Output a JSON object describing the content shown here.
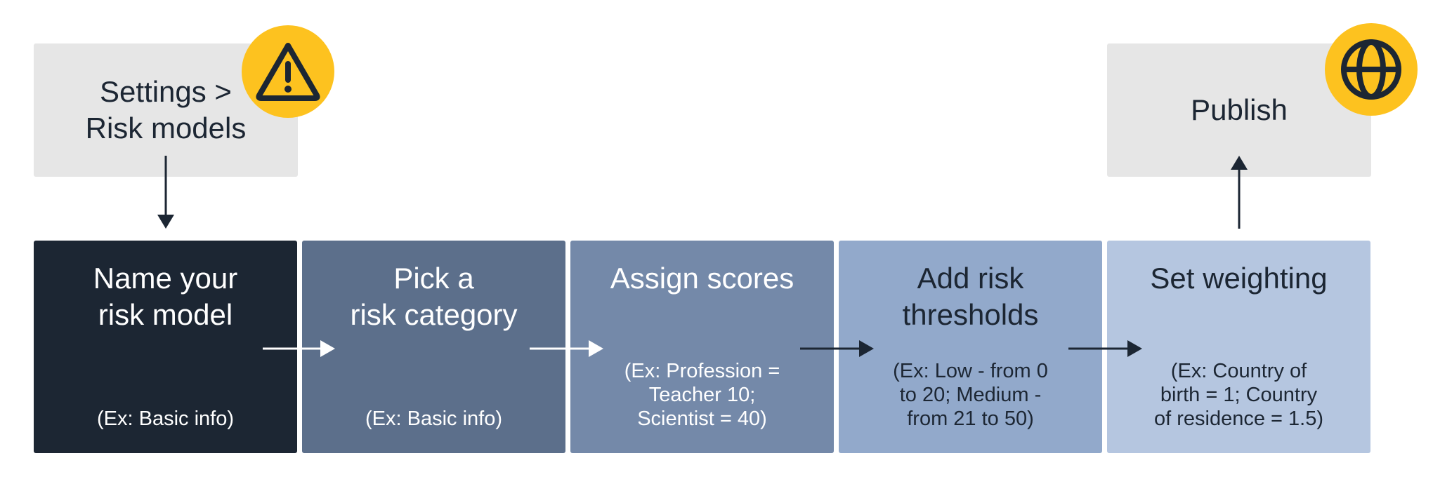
{
  "settings_box": {
    "label_line1": "Settings >",
    "label_line2": "Risk models",
    "icon": "warning-triangle-icon"
  },
  "publish_box": {
    "label": "Publish",
    "icon": "globe-icon"
  },
  "steps": [
    {
      "title_line1": "Name your",
      "title_line2": "risk model",
      "example_line1": "(Ex: Basic info)",
      "example_line2": "",
      "example_line3": ""
    },
    {
      "title_line1": "Pick a",
      "title_line2": "risk category",
      "example_line1": "(Ex: Basic info)",
      "example_line2": "",
      "example_line3": ""
    },
    {
      "title_line1": "Assign scores",
      "title_line2": "",
      "example_line1": "(Ex: Profession =",
      "example_line2": "Teacher 10;",
      "example_line3": "Scientist = 40)"
    },
    {
      "title_line1": "Add risk",
      "title_line2": "thresholds",
      "example_line1": "(Ex: Low - from 0",
      "example_line2": "to 20; Medium -",
      "example_line3": "from 21 to 50)"
    },
    {
      "title_line1": "Set weighting",
      "title_line2": "",
      "example_line1": "(Ex: Country of",
      "example_line2": "birth = 1; Country",
      "example_line3": "of residence = 1.5)"
    }
  ],
  "colors": {
    "step_backgrounds": [
      "#1c2633",
      "#5c6f8b",
      "#7489a9",
      "#92a9cb",
      "#b5c6e0"
    ],
    "accent_badge": "#fdc21f",
    "top_box_background": "#e6e6e6",
    "dark_text": "#1c2633",
    "light_text": "#ffffff"
  }
}
